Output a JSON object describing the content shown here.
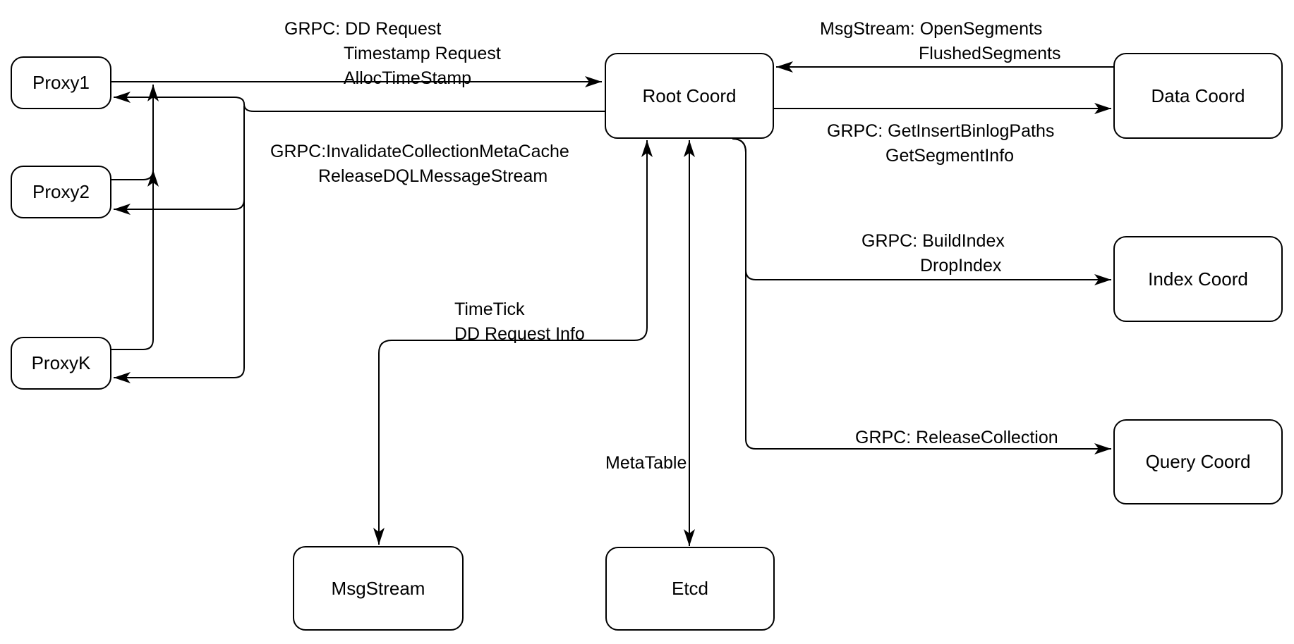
{
  "diagram": {
    "colors": {
      "stroke": "#000000",
      "box_fill": "#ffffff",
      "background": "#ffffff"
    },
    "nodes": {
      "proxy1": {
        "label": "Proxy1"
      },
      "proxy2": {
        "label": "Proxy2"
      },
      "proxyk": {
        "label": "ProxyK"
      },
      "root_coord": {
        "label": "Root Coord"
      },
      "data_coord": {
        "label": "Data Coord"
      },
      "index_coord": {
        "label": "Index Coord"
      },
      "query_coord": {
        "label": "Query Coord"
      },
      "msgstream": {
        "label": "MsgStream"
      },
      "etcd": {
        "label": "Etcd"
      }
    },
    "edge_labels": {
      "proxy_to_root": {
        "line1": "GRPC: DD Request",
        "line2": "Timestamp Request",
        "line3": "AllocTimeStamp"
      },
      "root_to_proxy": {
        "line1": "GRPC:InvalidateCollectionMetaCache",
        "line2": "ReleaseDQLMessageStream"
      },
      "data_to_root": {
        "line1": "MsgStream: OpenSegments",
        "line2": "FlushedSegments"
      },
      "root_to_data": {
        "line1": "GRPC: GetInsertBinlogPaths",
        "line2": "GetSegmentInfo"
      },
      "root_to_index": {
        "line1": "GRPC: BuildIndex",
        "line2": "DropIndex"
      },
      "root_to_query": {
        "line1": "GRPC: ReleaseCollection"
      },
      "root_to_msgstream": {
        "line1": "TimeTick",
        "line2": "DD Request Info"
      },
      "root_to_etcd": {
        "line1": "MetaTable"
      }
    }
  }
}
